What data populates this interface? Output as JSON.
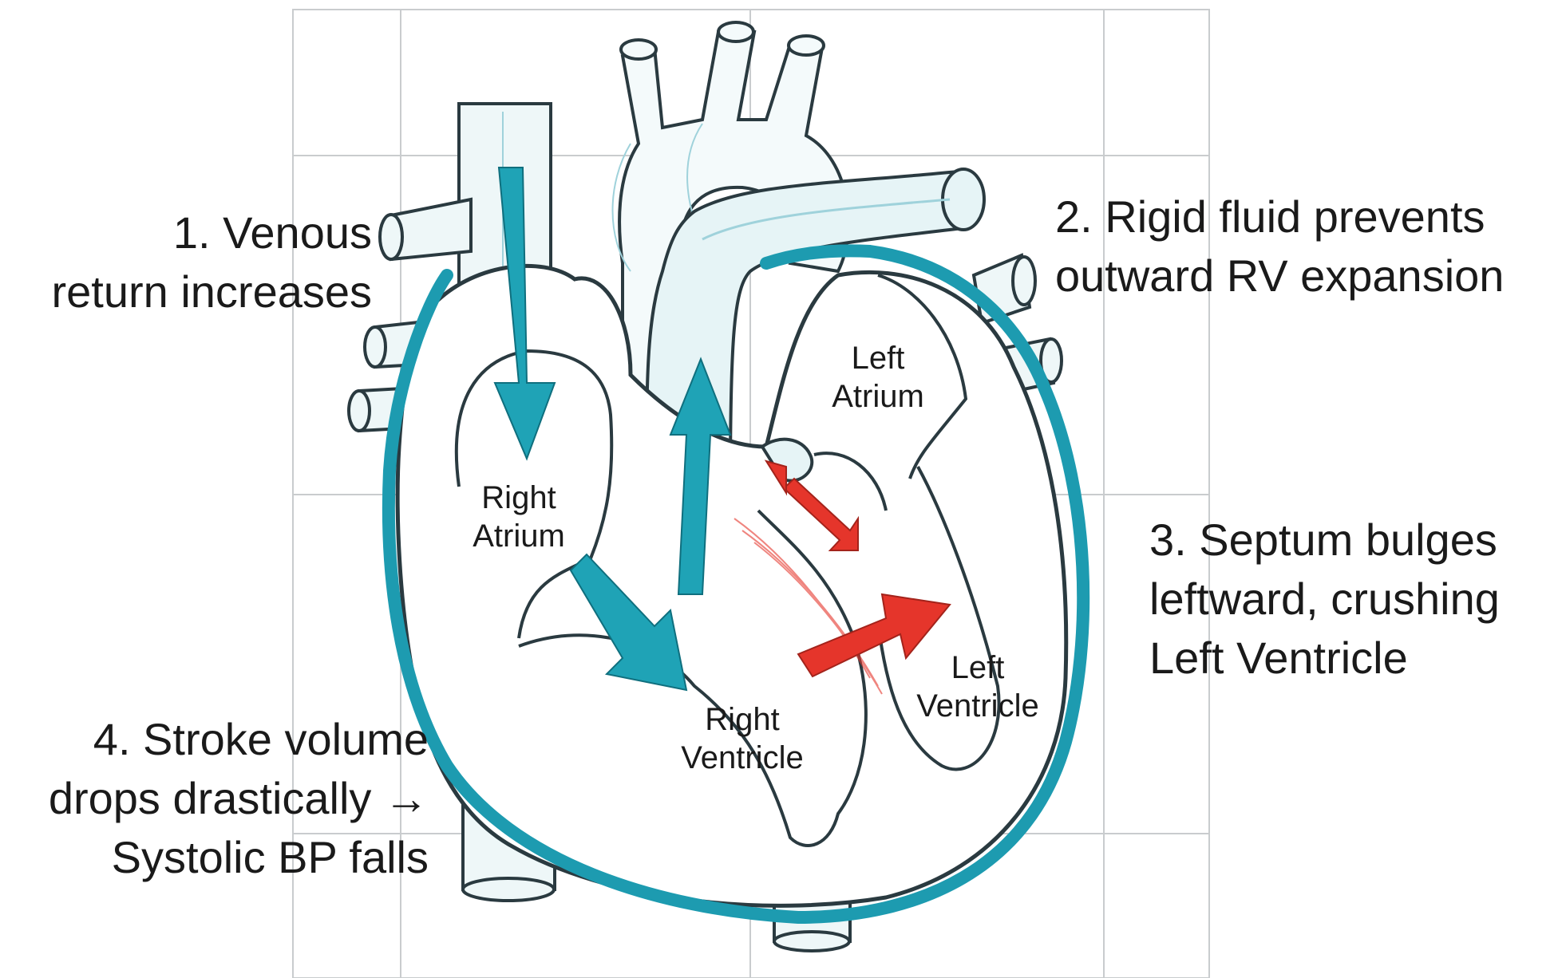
{
  "captions": {
    "step1": [
      "1. Venous",
      "return increases"
    ],
    "step2": [
      "2. Rigid fluid prevents",
      "outward RV expansion"
    ],
    "step3": [
      "3. Septum bulges",
      "leftward, crushing",
      "Left Ventricle"
    ],
    "step4": [
      "4. Stroke volume",
      "drops drastically →",
      "Systolic BP falls"
    ]
  },
  "chambers": {
    "right_atrium": [
      "Right",
      "Atrium"
    ],
    "left_atrium": [
      "Left",
      "Atrium"
    ],
    "right_ventricle": [
      "Right",
      "Ventricle"
    ],
    "left_ventricle": [
      "Left",
      "Ventricle"
    ]
  },
  "colors": {
    "pericardium": "#1d9bb0",
    "flow_arrow": "#1fa3b6",
    "pressure_arrow": "#e5352b",
    "outline": "#2a3a40",
    "vessel_fill": "#e6f4f6",
    "grid": "#c9ccce"
  }
}
